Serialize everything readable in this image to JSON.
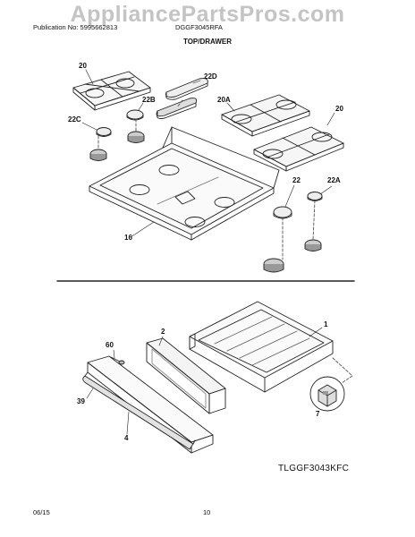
{
  "watermark": "AppliancePartsPros.com",
  "header": {
    "publication": "Publication No: 5995662813",
    "model": "DGGF3045RFA"
  },
  "section_title": "TOP/DRAWER",
  "callouts": {
    "grate_left": "20",
    "burner_cap_large": "22D",
    "burner_cap_b": "22B",
    "burner_cap_c": "22C",
    "grate_center": "20A",
    "grate_right": "20",
    "burner_cap_22": "22",
    "burner_cap_a": "22A",
    "cooktop": "16",
    "drawer_body": "1",
    "drawer_inner_panel": "2",
    "screw": "60",
    "handle": "39",
    "drawer_front": "4",
    "clip": "7"
  },
  "diagram_code": "TLGGF3043KFC",
  "footer": {
    "date": "06/15",
    "page": "10"
  }
}
